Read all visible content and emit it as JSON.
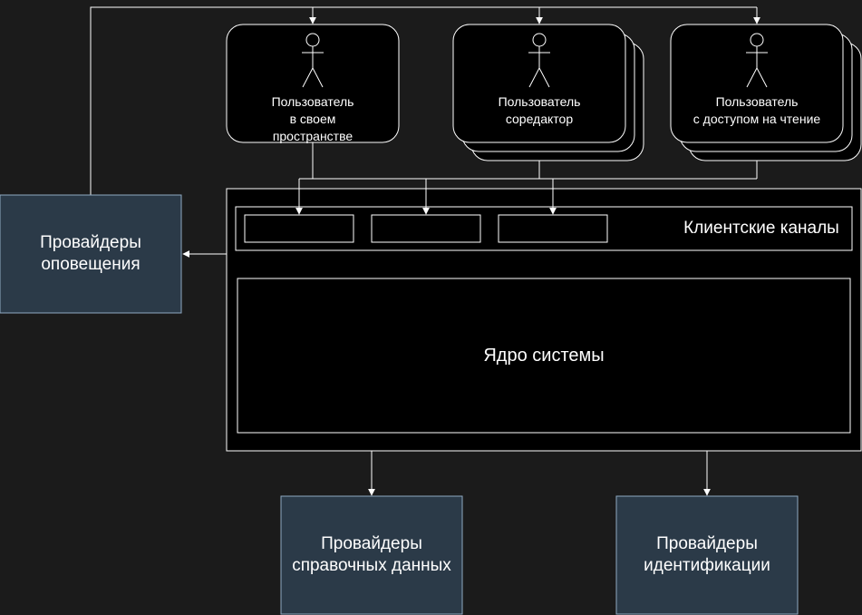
{
  "users": [
    {
      "label": "Пользователь\nв своем\nпространстве"
    },
    {
      "label": "Пользователь\nсоредактор"
    },
    {
      "label": "Пользователь\nс доступом на чтение"
    }
  ],
  "system": {
    "client_channels_label": "Клиентские каналы",
    "core_label": "Ядро системы"
  },
  "providers": {
    "notification": "Провайдеры\nоповещения",
    "reference_data": "Провайдеры\nсправочных данных",
    "identification": "Провайдеры\nидентификации"
  },
  "colors": {
    "background": "#1b1b1b",
    "node_fill": "#000000",
    "provider_fill": "#2b3a48",
    "provider_stroke": "#8fa9c2",
    "line": "#ffffff"
  }
}
